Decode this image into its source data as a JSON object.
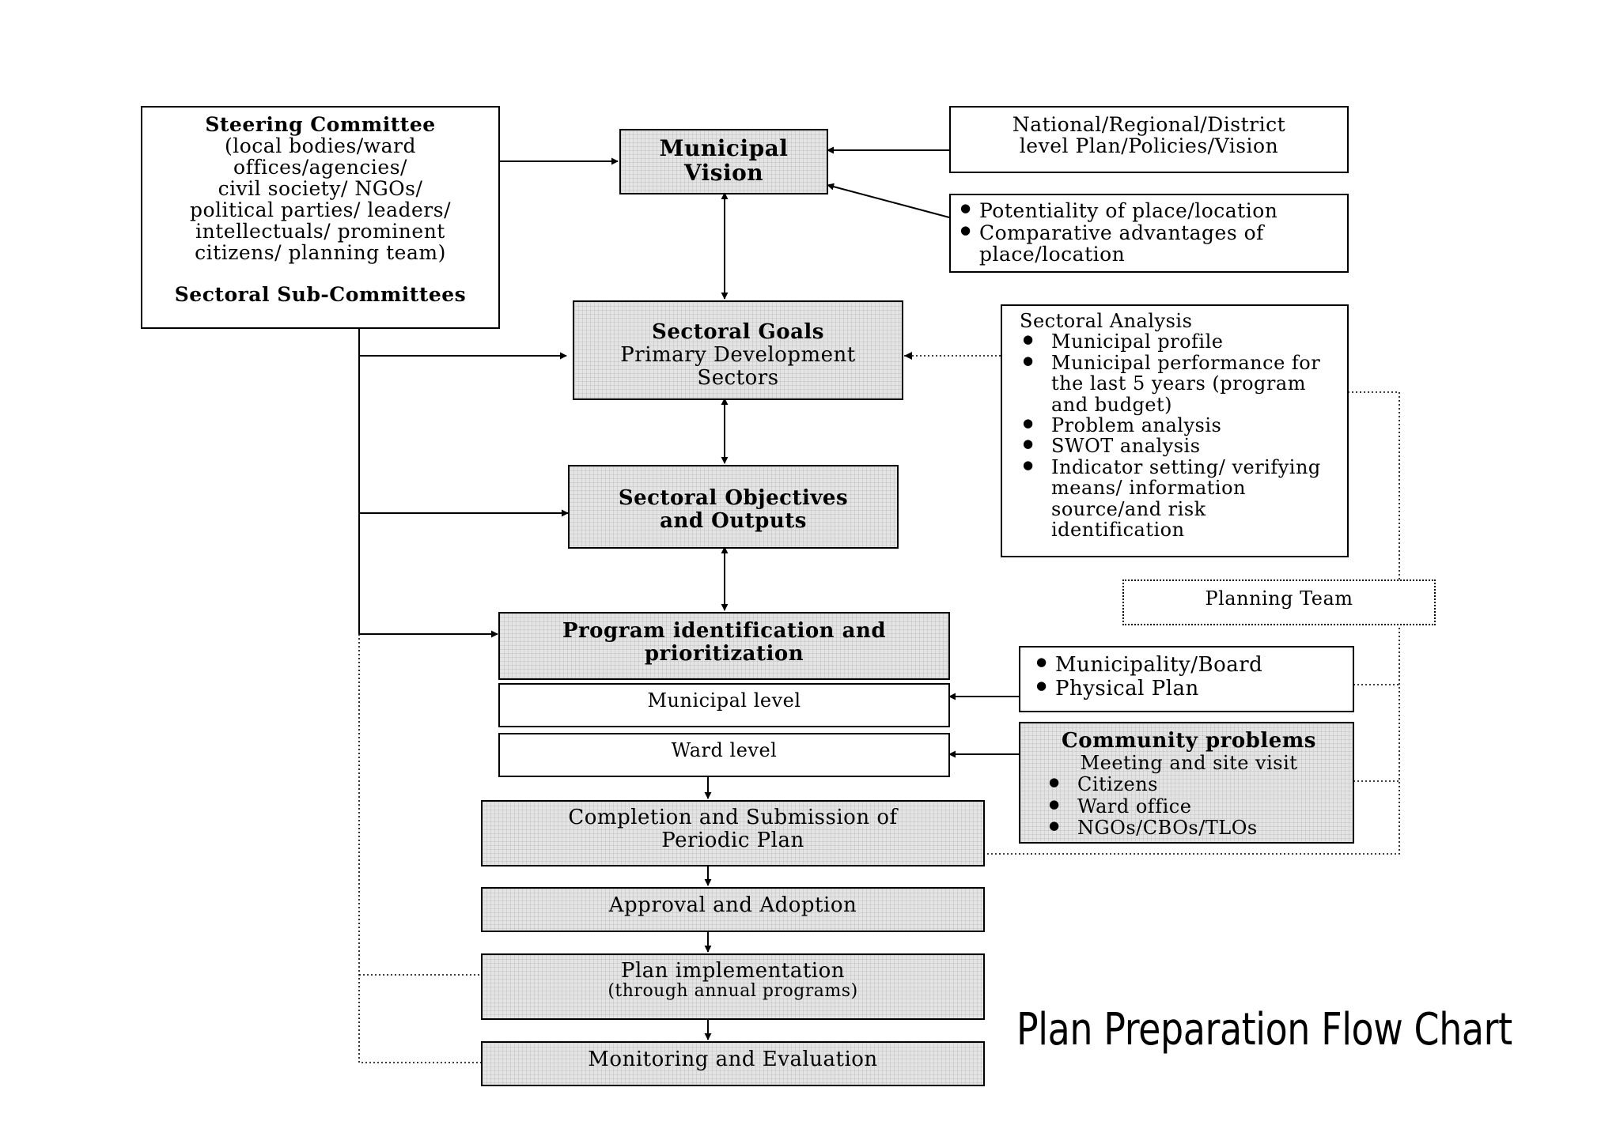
{
  "diagram": {
    "title": "Plan Preparation Flow Chart",
    "steering": {
      "heading": "Steering Committee",
      "members": [
        "(local bodies/ward",
        "offices/agencies/",
        "civil society/ NGOs/",
        "political parties/ leaders/",
        "intellectuals/ prominent",
        "citizens/ planning team)"
      ],
      "sub_heading": "Sectoral Sub-Committees"
    },
    "vision": {
      "line1": "Municipal",
      "line2": "Vision"
    },
    "national": {
      "line1": "National/Regional/District",
      "line2": "level Plan/Policies/Vision"
    },
    "potentiality": {
      "items": [
        "Potentiality of place/location",
        "Comparative advantages of place/location"
      ]
    },
    "goals": {
      "line1": "Sectoral Goals",
      "line2": "Primary Development",
      "line3": "Sectors"
    },
    "analysis": {
      "heading": "Sectoral Analysis",
      "items": [
        "Municipal profile",
        "Municipal performance for the last 5 years (program and budget)",
        "Problem analysis",
        "SWOT analysis",
        "Indicator setting/ verifying means/ information source/and risk identification"
      ]
    },
    "objectives": {
      "line1": "Sectoral Objectives",
      "line2": "and Outputs"
    },
    "planning_team": "Planning Team",
    "program": {
      "line1": "Program identification and",
      "line2": "prioritization"
    },
    "municipal_level": "Municipal level",
    "ward_level": "Ward level",
    "municipality_box": {
      "items": [
        "Municipality/Board",
        "Physical Plan"
      ]
    },
    "community": {
      "heading": "Community problems",
      "subheading": "Meeting and site visit",
      "items": [
        "Citizens",
        "Ward office",
        "NGOs/CBOs/TLOs"
      ]
    },
    "completion": {
      "line1": "Completion and Submission of",
      "line2": "Periodic Plan"
    },
    "approval": "Approval and Adoption",
    "implementation": {
      "line1": "Plan implementation",
      "line2": "(through annual programs)"
    },
    "monitoring": "Monitoring and Evaluation"
  }
}
